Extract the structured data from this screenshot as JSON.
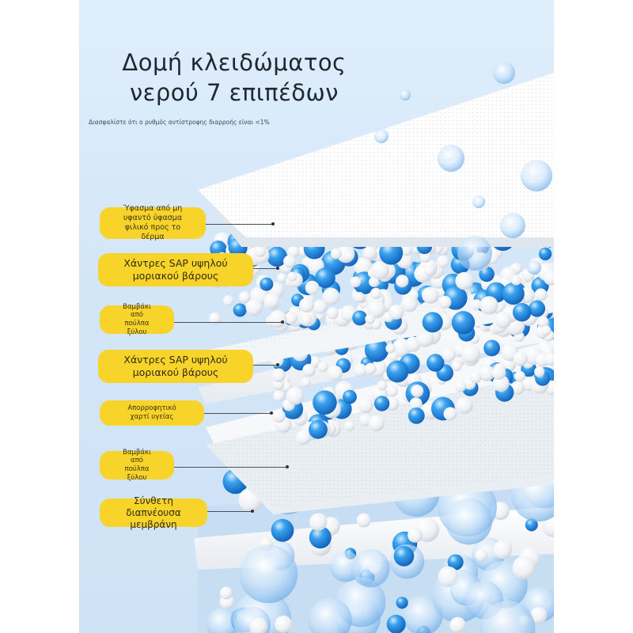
{
  "heading": {
    "line1": "Δομή κλειδώματος",
    "line2": "νερού 7 επιπέδων",
    "subtitle": "Διασφαλίστε ότι ο ρυθμός αντίστροφης διαρροής είναι <1%"
  },
  "layers": [
    {
      "label": "Ύφασμα από μη\nυφαντό ύφασμα\nφιλικό προς το\nδέρμα"
    },
    {
      "label": "Χάντρες SAP υψηλού\nμοριακού βάρους"
    },
    {
      "label": "Βαμβάκι\nαπό\nπούλπα\nξύλου"
    },
    {
      "label": "Χάντρες SAP υψηλού\nμοριακού βάρους"
    },
    {
      "label": "Απορροφητικό\nχαρτί υγείας"
    },
    {
      "label": "Βαμβάκι\nαπό\nπούλπα\nξύλου"
    },
    {
      "label": "Σύνθετη\nδιαπνέουσα\nμεμβράνη"
    }
  ],
  "colors": {
    "pill": "#f8d32a",
    "background": "#d5e8f8",
    "sap_bead": "#2a8fe0",
    "white_bead": "#f4f6f8",
    "sheet": "#f7f9fb"
  }
}
